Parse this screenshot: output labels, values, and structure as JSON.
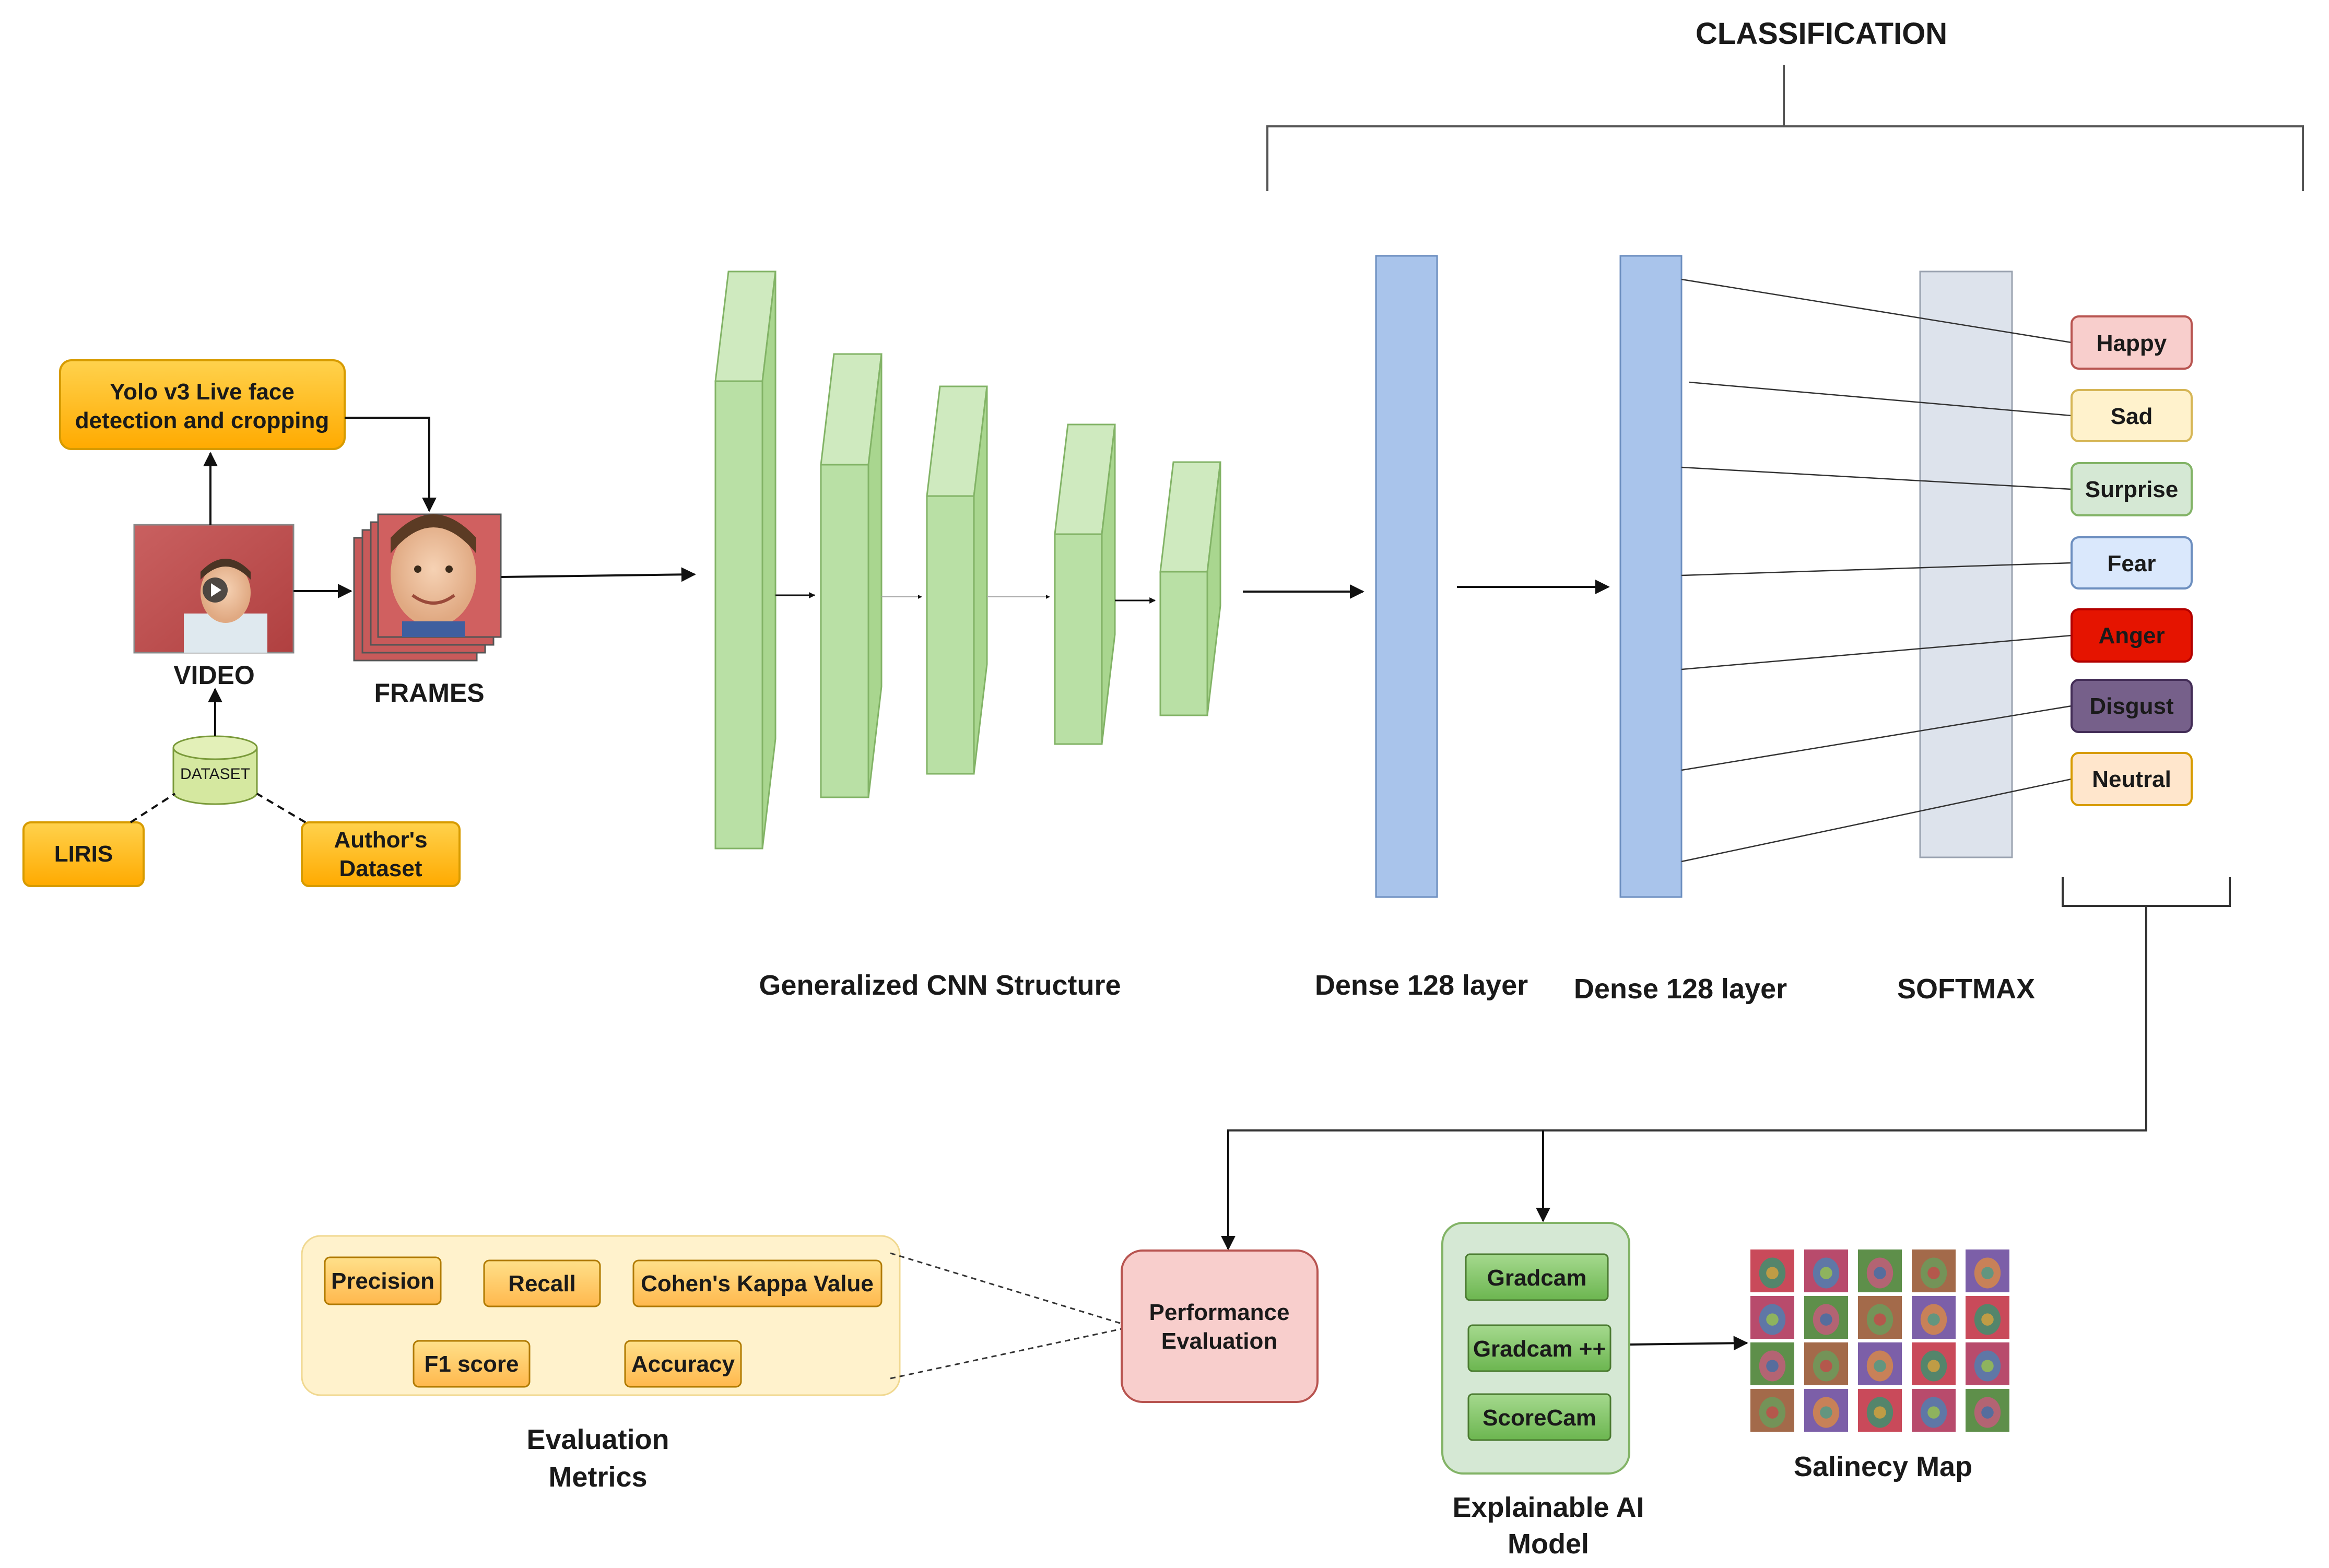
{
  "title": "CLASSIFICATION",
  "input": {
    "yolo_box": [
      "Yolo v3 Live face",
      "detection and cropping"
    ],
    "video_label": "VIDEO",
    "frames_label": "FRAMES",
    "dataset_label": "DATASET",
    "sources": [
      {
        "lines": [
          "LIRIS"
        ]
      },
      {
        "lines": [
          "Author's",
          "Dataset"
        ]
      }
    ]
  },
  "layers": {
    "cnn_label": "Generalized CNN Structure",
    "dense1_label": "Dense 128 layer",
    "dense2_label": "Dense 128 layer",
    "softmax_label": "SOFTMAX"
  },
  "emotions": [
    {
      "label": "Happy",
      "fill": "#f8cecc",
      "stroke": "#b85450",
      "text": "#1a1a1a"
    },
    {
      "label": "Sad",
      "fill": "#fff2cc",
      "stroke": "#d6b656",
      "text": "#1a1a1a"
    },
    {
      "label": "Surprise",
      "fill": "#d5e8d4",
      "stroke": "#82b366",
      "text": "#1a1a1a"
    },
    {
      "label": "Fear",
      "fill": "#dae8fc",
      "stroke": "#6c8ebf",
      "text": "#1a1a1a"
    },
    {
      "label": "Anger",
      "fill": "#e51400",
      "stroke": "#b20000",
      "text": "#1a1a1a"
    },
    {
      "label": "Disgust",
      "fill": "#76608a",
      "stroke": "#432d57",
      "text": "#ffffff"
    },
    {
      "label": "Neutral",
      "fill": "#ffe6cc",
      "stroke": "#d79b00",
      "text": "#1a1a1a"
    }
  ],
  "evaluation": {
    "metrics": [
      "Precision",
      "Recall",
      "Cohen's Kappa Value",
      "F1 score",
      "Accuracy"
    ],
    "metrics_label": [
      "Evaluation",
      "Metrics"
    ],
    "performance_box": [
      "Performance",
      "Evaluation"
    ]
  },
  "explainability": {
    "methods": [
      "Gradcam",
      "Gradcam ++",
      "ScoreCam"
    ],
    "model_label": [
      "Explainable AI",
      "Model"
    ],
    "saliency_label": "Salinecy Map"
  },
  "colors": {
    "orange_fill": "#ffc21f",
    "orange_stroke": "#d79b00",
    "cnn_fill": "#b9e0a5",
    "cnn_stroke": "#82b366",
    "dense_fill": "#a9c4eb",
    "dense_stroke": "#6c8ebf",
    "softmax_fill": "#dde3ec",
    "metric_panel": "#fff2cc",
    "metric_btn": "#ffcc66",
    "perf_fill": "#f8cecc",
    "xai_panel": "#d5e8d4",
    "xai_btn": "#8bc971"
  }
}
